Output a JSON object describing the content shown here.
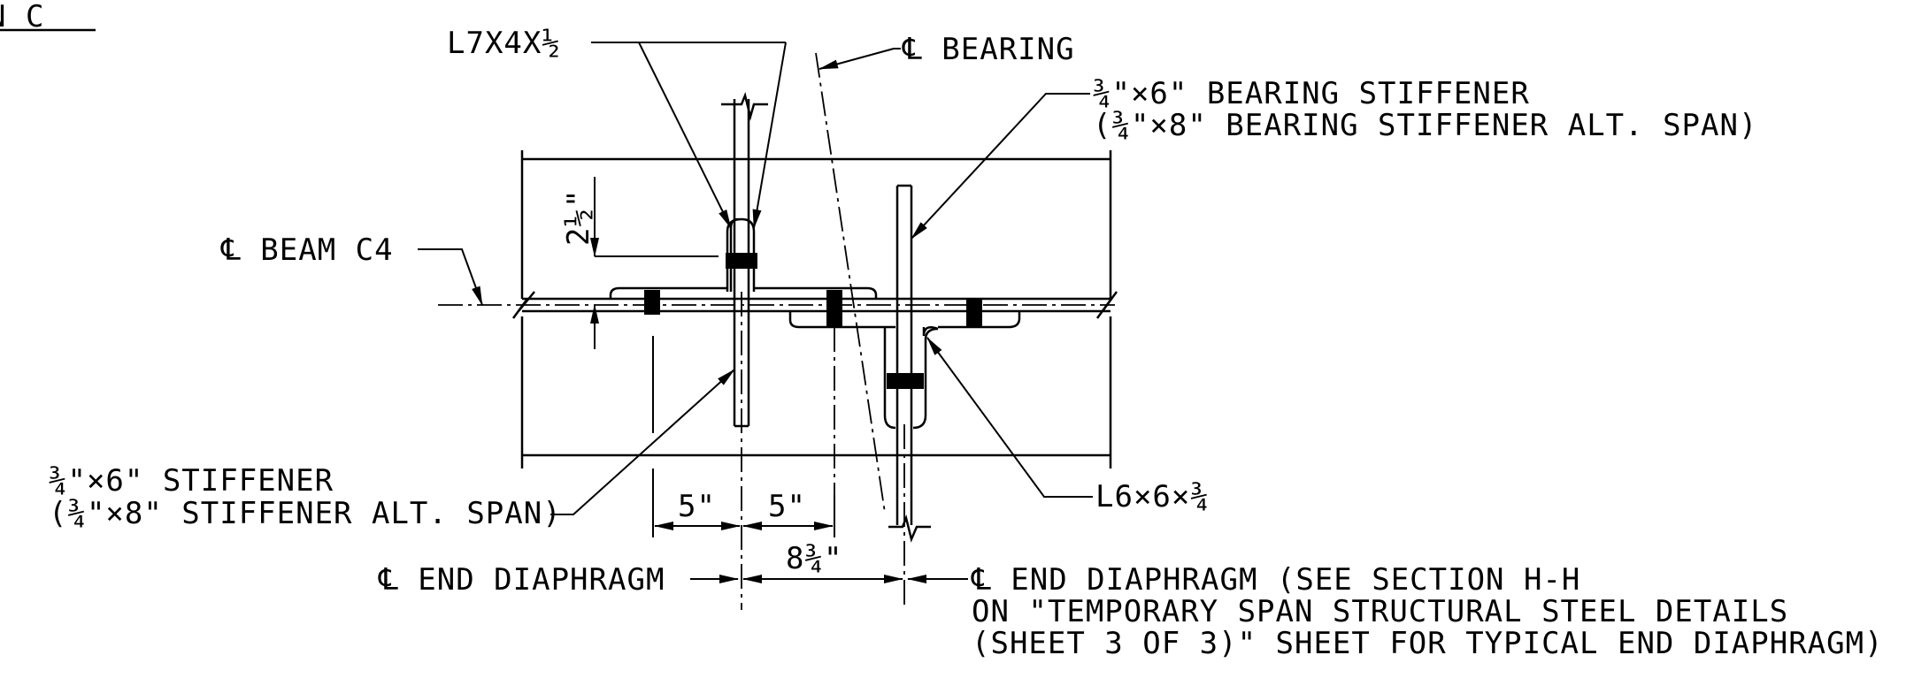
{
  "labels": {
    "title_fragment": "N  C",
    "angle_top": "L7X4X½",
    "cl_bearing": "℄ BEARING",
    "bearing_stiffener_1": "¾\"×6\" BEARING STIFFENER",
    "bearing_stiffener_2": "(¾\"×8\" BEARING STIFFENER ALT. SPAN)",
    "cl_beam": "℄ BEAM C4",
    "dim_vertical": "2½\"",
    "stiffener_1": "¾\"×6\" STIFFENER",
    "stiffener_2": "(¾\"×8\" STIFFENER ALT. SPAN)",
    "angle_bottom": "L6×6×¾",
    "dim_5a": "5\"",
    "dim_5b": "5\"",
    "dim_834": "8¾\"",
    "cl_end_diaphragm_left": "℄ END DIAPHRAGM",
    "cl_end_diaphragm_right_1": "℄ END DIAPHRAGM (SEE SECTION H-H",
    "cl_end_diaphragm_right_2": "ON \"TEMPORARY SPAN STRUCTURAL STEEL DETAILS",
    "cl_end_diaphragm_right_3": "(SHEET 3 OF 3)\" SHEET FOR TYPICAL END DIAPHRAGM)"
  }
}
